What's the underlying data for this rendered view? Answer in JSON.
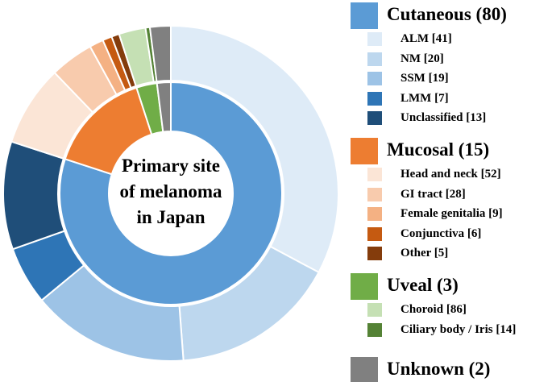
{
  "chart_data": {
    "type": "pie",
    "center_label": [
      "Primary site",
      "of melanoma",
      "in Japan"
    ],
    "inner_ring": [
      {
        "name": "Cutaneous",
        "value": 80,
        "color": "#5B9BD5"
      },
      {
        "name": "Mucosal",
        "value": 15,
        "color": "#ED7D31"
      },
      {
        "name": "Uveal",
        "value": 3,
        "color": "#70AD47"
      },
      {
        "name": "Unknown",
        "value": 2,
        "color": "#808080"
      }
    ],
    "outer_ring": [
      {
        "group": "Cutaneous",
        "name": "ALM",
        "value": 41,
        "color": "#DEEBF7"
      },
      {
        "group": "Cutaneous",
        "name": "NM",
        "value": 20,
        "color": "#BDD7EE"
      },
      {
        "group": "Cutaneous",
        "name": "SSM",
        "value": 19,
        "color": "#9DC3E6"
      },
      {
        "group": "Cutaneous",
        "name": "LMM",
        "value": 7,
        "color": "#2E75B6"
      },
      {
        "group": "Cutaneous",
        "name": "Unclassified",
        "value": 13,
        "color": "#1F4E79"
      },
      {
        "group": "Mucosal",
        "name": "Head and neck",
        "value": 52,
        "color": "#FBE5D6"
      },
      {
        "group": "Mucosal",
        "name": "GI tract",
        "value": 28,
        "color": "#F8CBAD"
      },
      {
        "group": "Mucosal",
        "name": "Female genitalia",
        "value": 9,
        "color": "#F4B183"
      },
      {
        "group": "Mucosal",
        "name": "Conjunctiva",
        "value": 6,
        "color": "#C55A11"
      },
      {
        "group": "Mucosal",
        "name": "Other",
        "value": 5,
        "color": "#843C0C"
      },
      {
        "group": "Uveal",
        "name": "Choroid",
        "value": 86,
        "color": "#C5E0B4"
      },
      {
        "group": "Uveal",
        "name": "Ciliary body / Iris",
        "value": 14,
        "color": "#548235"
      },
      {
        "group": "Unknown",
        "name": "Unknown",
        "value": 100,
        "color": "#808080"
      }
    ],
    "legend": [
      {
        "label": "Cutaneous (80)",
        "color": "#5B9BD5",
        "items": [
          {
            "label": "ALM [41]",
            "color": "#DEEBF7"
          },
          {
            "label": "NM [20]",
            "color": "#BDD7EE"
          },
          {
            "label": "SSM [19]",
            "color": "#9DC3E6"
          },
          {
            "label": "LMM [7]",
            "color": "#2E75B6"
          },
          {
            "label": "Unclassified [13]",
            "color": "#1F4E79"
          }
        ]
      },
      {
        "label": "Mucosal (15)",
        "color": "#ED7D31",
        "items": [
          {
            "label": "Head and neck [52]",
            "color": "#FBE5D6"
          },
          {
            "label": "GI tract [28]",
            "color": "#F8CBAD"
          },
          {
            "label": "Female genitalia [9]",
            "color": "#F4B183"
          },
          {
            "label": "Conjunctiva [6]",
            "color": "#C55A11"
          },
          {
            "label": "Other [5]",
            "color": "#843C0C"
          }
        ]
      },
      {
        "label": "Uveal (3)",
        "color": "#70AD47",
        "items": [
          {
            "label": "Choroid [86]",
            "color": "#C5E0B4"
          },
          {
            "label": "Ciliary body / Iris [14]",
            "color": "#548235"
          }
        ]
      },
      {
        "label": "Unknown (2)",
        "color": "#808080",
        "items": []
      }
    ]
  }
}
